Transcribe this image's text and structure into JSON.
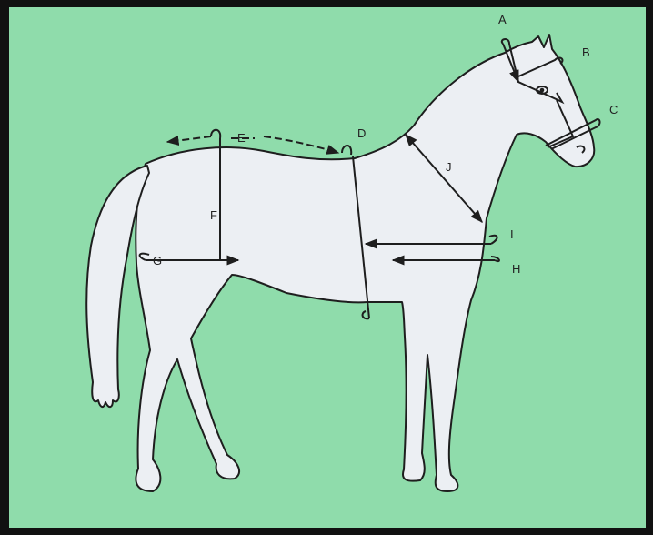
{
  "colors": {
    "background": "#8fdcab",
    "frame": "#111111",
    "horse_fill": "#eceff3",
    "outline": "#1e1e1e"
  },
  "labels": {
    "a": "A",
    "b": "B",
    "c": "C",
    "d": "D",
    "e": "E",
    "f": "F",
    "g": "G",
    "h": "H",
    "i": "I",
    "j": "J"
  }
}
